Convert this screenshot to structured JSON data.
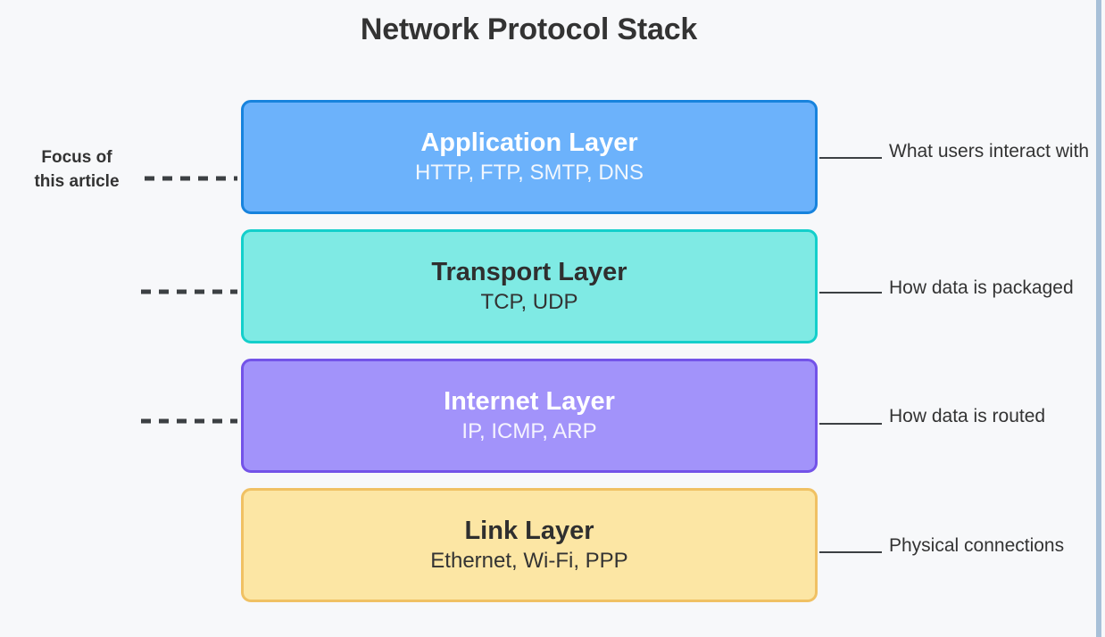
{
  "diagram": {
    "title": "Network Protocol Stack",
    "background_color": "#f7f8fa",
    "focus_note": {
      "line1": "Focus of",
      "line2": "this article",
      "connector": "dashed-line"
    },
    "layers": [
      {
        "id": "application",
        "title": "Application Layer",
        "protocols": "HTTP, FTP, SMTP, DNS",
        "note": "What users interact with",
        "fill_color": "#6cb2fb",
        "border_color": "#1783dd",
        "text_color": "#ffffff"
      },
      {
        "id": "transport",
        "title": "Transport Layer",
        "protocols": "TCP, UDP",
        "note": "How data is packaged",
        "fill_color": "#7feae4",
        "border_color": "#14cfcb",
        "text_color": "#2f2f2f"
      },
      {
        "id": "internet",
        "title": "Internet Layer",
        "protocols": "IP, ICMP, ARP",
        "note": "How data is routed",
        "fill_color": "#a293fa",
        "border_color": "#7353e8",
        "text_color": "#ffffff"
      },
      {
        "id": "link",
        "title": "Link Layer",
        "protocols": "Ethernet, Wi-Fi, PPP",
        "note": "Physical connections",
        "fill_color": "#fce6a4",
        "border_color": "#f0c163",
        "text_color": "#2f2f2f"
      }
    ],
    "connector_color": "#3c4043",
    "scrollbar_color": "#a8c0d8"
  }
}
